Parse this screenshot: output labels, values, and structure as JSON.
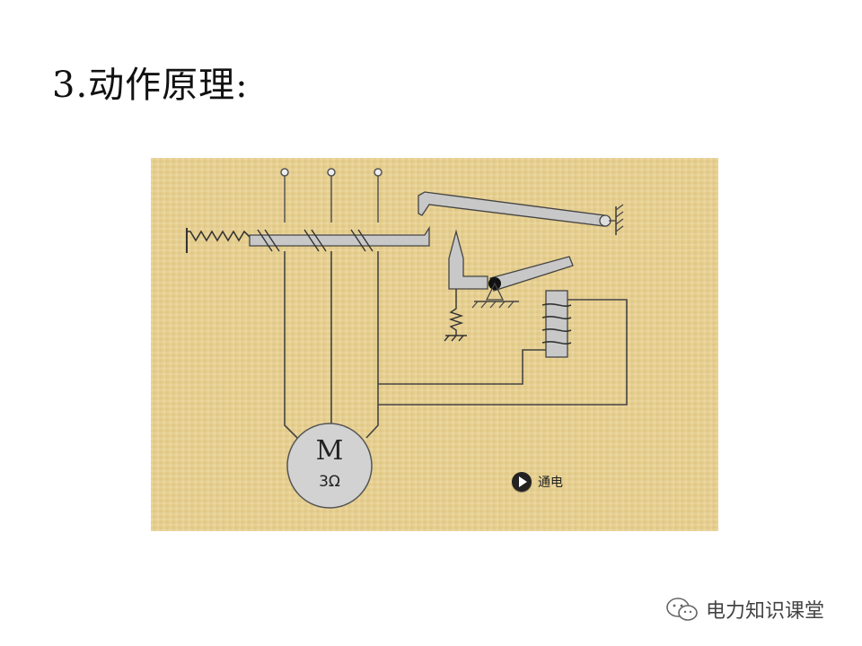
{
  "title": "3.动作原理:",
  "diagram": {
    "motor": {
      "letter": "M",
      "label": "3Ω"
    },
    "power_button": {
      "label": "通电",
      "icon": "play-circle-icon"
    },
    "colors": {
      "panel": "#e8cf8c",
      "wire": "#444444",
      "part_fill": "#c8c8c8",
      "motor_fill": "#d2d2d2"
    }
  },
  "watermark": {
    "text": "电力知识课堂",
    "icon": "wechat-logo-icon"
  }
}
